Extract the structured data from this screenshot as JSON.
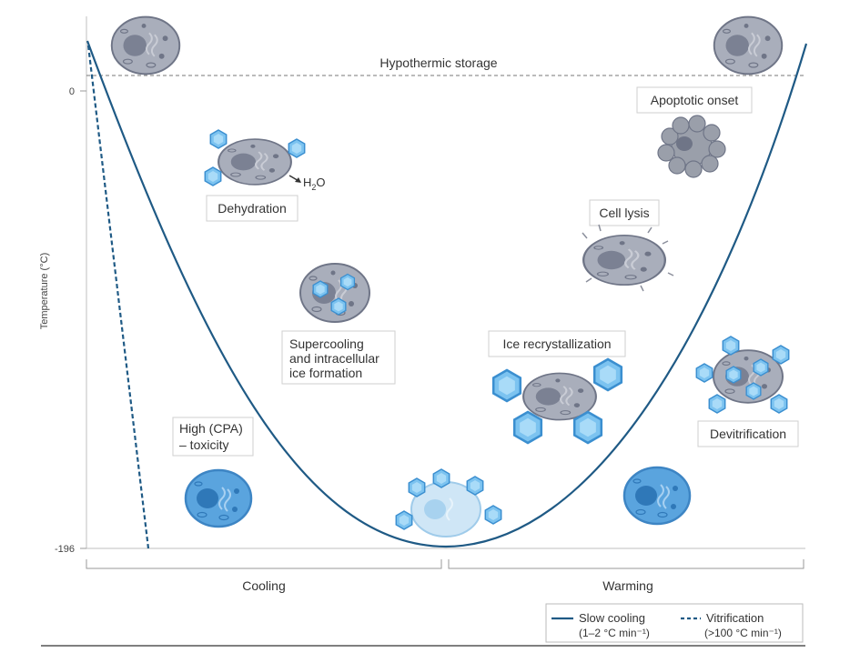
{
  "axis": {
    "y_label": "Temperature (°C)",
    "y_ticks": [
      "0",
      "-196"
    ],
    "phase_cooling": "Cooling",
    "phase_warming": "Warming"
  },
  "reference_line": {
    "label": "Hypothermic storage"
  },
  "labels": {
    "dehydration": "Dehydration",
    "water": "H",
    "water_sub": "2",
    "water_tail": "O",
    "supercooling": [
      "Supercooling",
      "and intracellular",
      "ice formation"
    ],
    "cpa_toxicity": [
      "High (CPA)",
      "– toxicity"
    ],
    "ice_recrystallization": "Ice recrystallization",
    "cell_lysis": "Cell lysis",
    "apoptotic_onset": "Apoptotic onset",
    "devitrification": "Devitrification"
  },
  "legend": {
    "slow_cooling": "Slow cooling",
    "slow_cooling_rate": "(1–2 °C min⁻¹)",
    "vitrification": "Vitrification",
    "vitrification_rate": "(>100 °C min⁻¹)"
  },
  "colors": {
    "curve": "#1f5a85",
    "cell_grey": "#a9aebb",
    "cell_blue": "#5aa4de",
    "ice": "#7cc3f0",
    "text": "#333333"
  }
}
